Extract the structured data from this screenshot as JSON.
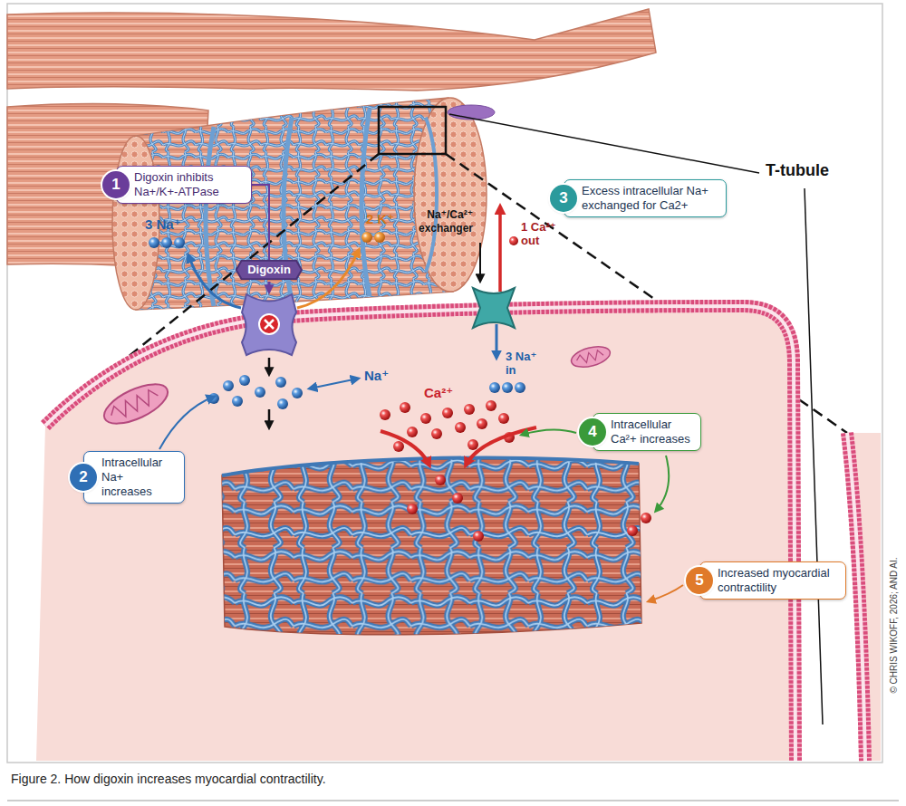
{
  "diagram": {
    "caption": "Figure 2. How digoxin increases myocardial contractility.",
    "nodes": [
      {
        "text": [
          "1",
          "Digoxin inhibits Na+/K+-ATPase"
        ]
      },
      {
        "text": [
          "Digoxin"
        ]
      },
      {
        "text": [
          "2",
          "Intracellular Na+ increases"
        ]
      },
      {
        "text": [
          "3",
          "Excess intracellular Na+ exchanged for Ca2+"
        ]
      },
      {
        "text": [
          "4",
          "Intracellular Ca²+ increases"
        ]
      },
      {
        "text": [
          "5",
          "Increased myocardial contractility"
        ]
      }
    ],
    "edges": [
      {
        "from": 0,
        "to": 1,
        "arrow": "none"
      }
    ],
    "labels": [
      "T-tubule",
      "3 Na⁺",
      "2 K⁺",
      "Na⁺/Ca²⁺ exchanger",
      "1 Ca²⁺ out",
      "3 Na⁺ in",
      "Na⁺",
      "Ca²⁺",
      "© CHRIS WIKOFF, 2026; AND AI."
    ]
  }
}
